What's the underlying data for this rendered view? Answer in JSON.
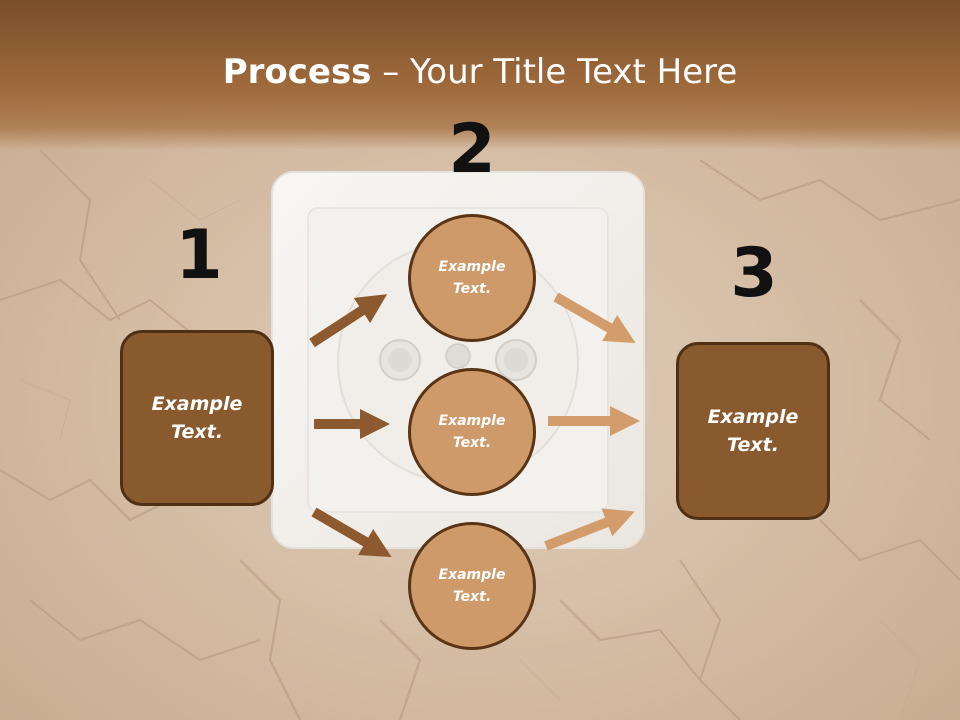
{
  "title": {
    "bold": "Process",
    "rest": " – Your Title Text Here"
  },
  "steps": [
    {
      "number": "1",
      "box_text": "Example Text."
    },
    {
      "number": "2"
    },
    {
      "number": "3",
      "box_text": "Example Text."
    }
  ],
  "circles": [
    {
      "text": "Example Text."
    },
    {
      "text": "Example Text."
    },
    {
      "text": "Example Text."
    }
  ],
  "colors": {
    "box_fill": "#8a5a2f",
    "circle_fill": "#cf9a69",
    "arrow_dark": "#8c5a2e",
    "arrow_light": "#d39c6b"
  }
}
